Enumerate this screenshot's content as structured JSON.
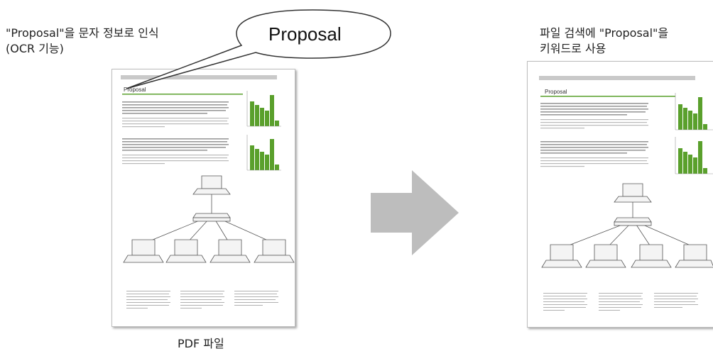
{
  "left": {
    "ocr_caption_line1": "\"Proposal\"을 문자 정보로 인식",
    "ocr_caption_line2": "(OCR 기능)",
    "bubble_text": "Proposal",
    "document_caption": "PDF 파일"
  },
  "right": {
    "search_caption_line1": "파일 검색에 \"Proposal\"을",
    "search_caption_line2": "키워드로 사용"
  },
  "document": {
    "heading": "Proposal",
    "accent_color": "#5aa02c",
    "header_bar_color": "#c9c9c9",
    "bar_chart_values": [
      8,
      7,
      6,
      5,
      9,
      2
    ]
  },
  "arrow_color": "#bdbdbd"
}
